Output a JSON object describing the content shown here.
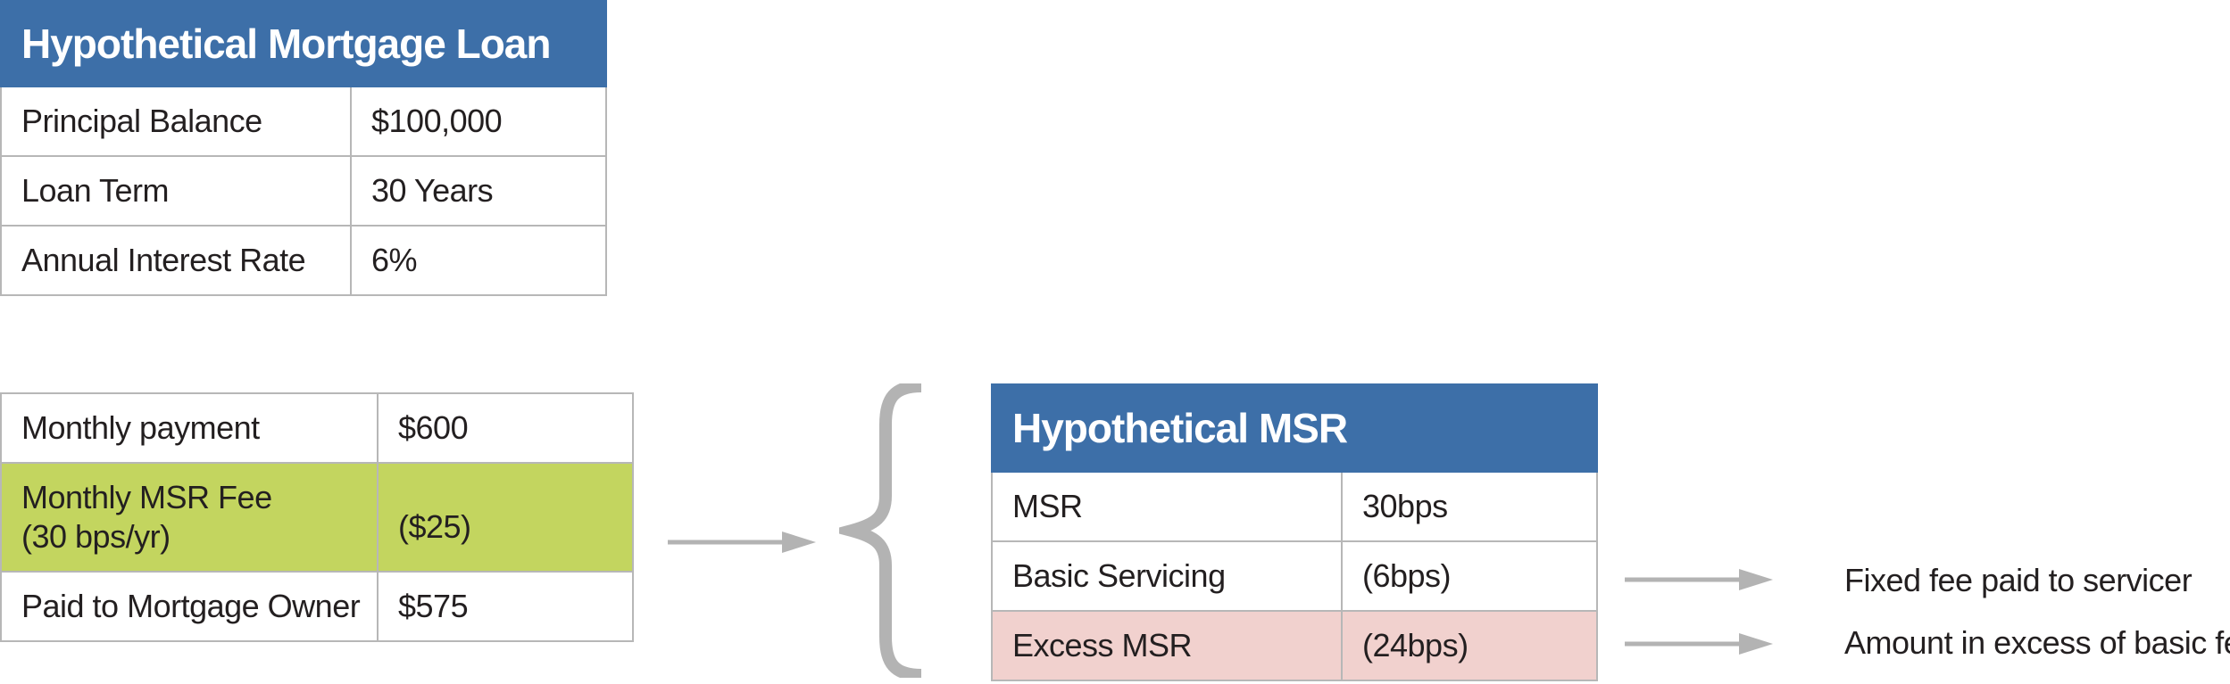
{
  "loan": {
    "title": "Hypothetical Mortgage Loan",
    "rows": [
      {
        "label": "Principal Balance",
        "value": "$100,000"
      },
      {
        "label": "Loan Term",
        "value": "30 Years"
      },
      {
        "label": "Annual Interest Rate",
        "value": "6%"
      }
    ]
  },
  "payment": {
    "rows": [
      {
        "label": "Monthly payment",
        "value": "$600"
      },
      {
        "label": "Monthly MSR Fee",
        "label_line2": "(30 bps/yr)",
        "value": "($25)"
      },
      {
        "label": "Paid to Mortgage Owner",
        "value": "$575"
      }
    ]
  },
  "msr": {
    "title": "Hypothetical MSR",
    "rows": [
      {
        "label": "MSR",
        "value": "30bps"
      },
      {
        "label": "Basic Servicing",
        "value": "(6bps)"
      },
      {
        "label": "Excess MSR",
        "value": "(24bps)"
      }
    ]
  },
  "notes": {
    "basic": "Fixed fee paid to servicer",
    "excess": "Amount in excess of basic fee"
  },
  "colors": {
    "header": "#3d6fa8",
    "highlight_green": "#c3d55f",
    "highlight_pink": "#f1d1ce",
    "border": "#b7b7b7",
    "arrow": "#b3b3b3"
  }
}
